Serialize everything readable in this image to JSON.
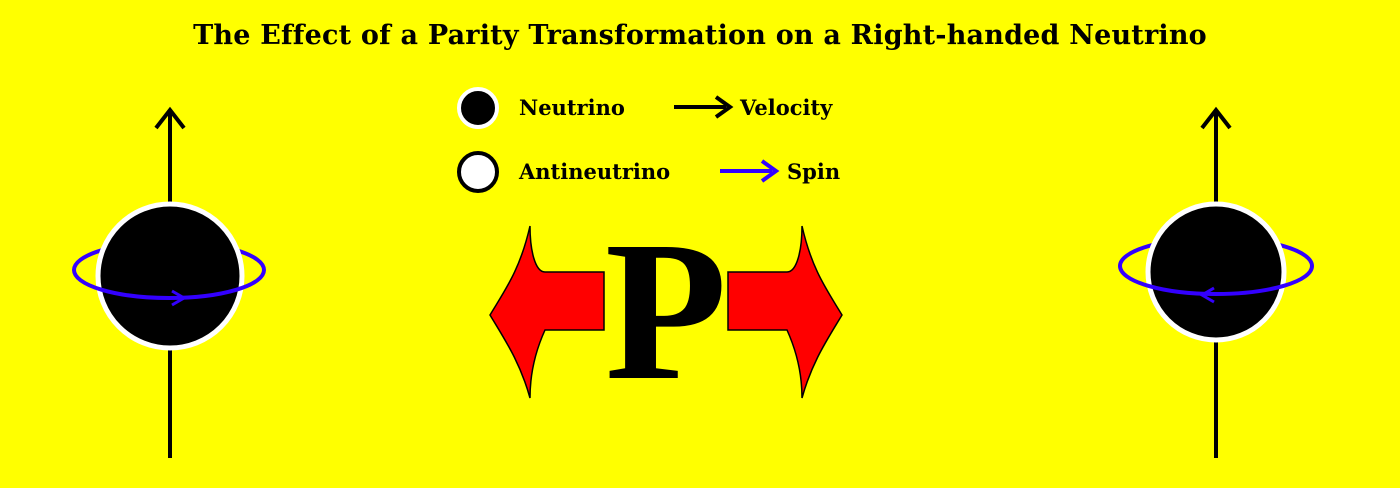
{
  "title": "The Effect of a Parity Transformation on a Right-handed Neutrino",
  "legend": {
    "neutrino": "Neutrino",
    "antineutrino": "Antineutrino",
    "velocity": "Velocity",
    "spin": "Spin"
  },
  "operator": "P",
  "colors": {
    "background": "#ffff00",
    "neutrino": "#000000",
    "antineutrino": "#ffffff",
    "velocity_arrow": "#000000",
    "spin_arrow": "#3300ff",
    "parity_arrows": "#ff0000"
  }
}
